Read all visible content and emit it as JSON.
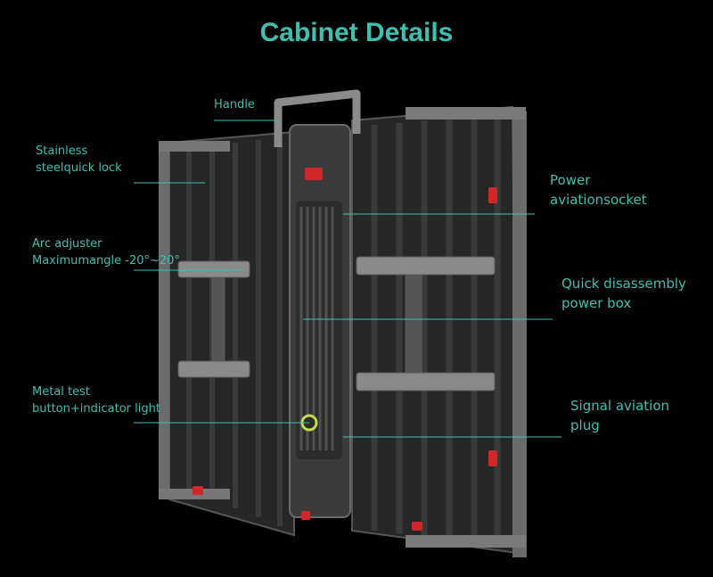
{
  "title": "Cabinet Details",
  "colors": {
    "background": "#000000",
    "accent": "#3fbfb0",
    "cabinet": "#2a2a2a",
    "frame": "#6b6b6b",
    "latch": "#d0282a",
    "indicator": "#c8d84a"
  },
  "labels": {
    "handle": [
      "Handle"
    ],
    "lock": [
      "Stainless",
      "steelquick lock"
    ],
    "arc": [
      "Arc adjuster",
      "Maximumangle -20°~20°"
    ],
    "metal_test": [
      "Metal test",
      "button+indicator light"
    ],
    "power_socket": [
      "Power",
      "aviationsocket"
    ],
    "power_box": [
      "Quick disassembly",
      "power box"
    ],
    "signal": [
      "Signal aviation",
      "plug"
    ]
  }
}
